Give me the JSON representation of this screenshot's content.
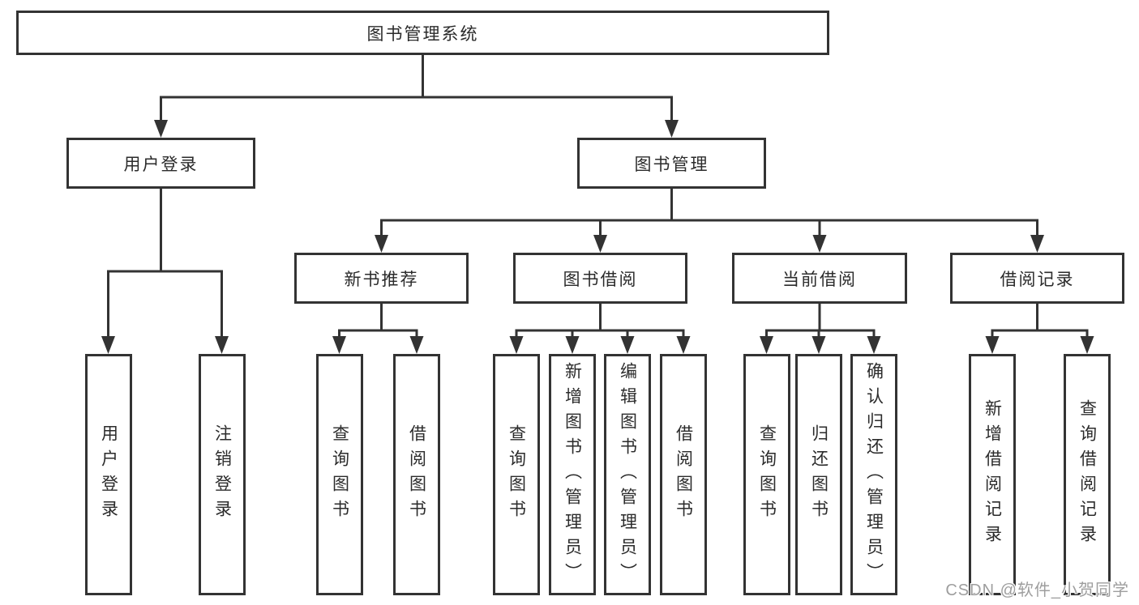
{
  "tree": {
    "root": {
      "label": "图书管理系统",
      "children": [
        {
          "label": "用户登录",
          "children": [
            {
              "label": "用户登录"
            },
            {
              "label": "注销登录"
            }
          ]
        },
        {
          "label": "图书管理",
          "children": [
            {
              "label": "新书推荐",
              "children": [
                {
                  "label": "查询图书"
                },
                {
                  "label": "借阅图书"
                }
              ]
            },
            {
              "label": "图书借阅",
              "children": [
                {
                  "label": "查询图书"
                },
                {
                  "label": "新增图书（管理员）"
                },
                {
                  "label": "编辑图书（管理员）"
                },
                {
                  "label": "借阅图书"
                }
              ]
            },
            {
              "label": "当前借阅",
              "children": [
                {
                  "label": "查询图书"
                },
                {
                  "label": "归还图书"
                },
                {
                  "label": "确认归还（管理员）"
                }
              ]
            },
            {
              "label": "借阅记录",
              "children": [
                {
                  "label": "新增借阅记录"
                },
                {
                  "label": "查询借阅记录"
                }
              ]
            }
          ]
        }
      ]
    }
  },
  "watermark": "CSDN @软件_小贺同学",
  "colors": {
    "line": "#333333",
    "box_border": "#333333",
    "text": "#2b2b2b",
    "watermark": "#9e9e9e",
    "background": "#ffffff"
  }
}
